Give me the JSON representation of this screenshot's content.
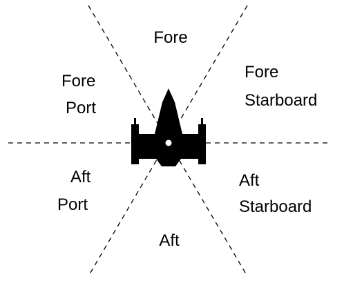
{
  "arcs": {
    "fore": {
      "lines": [
        "Fore"
      ]
    },
    "fore_port": {
      "lines": [
        "Fore",
        "Port"
      ]
    },
    "fore_starboard": {
      "lines": [
        "Fore",
        "Starboard"
      ]
    },
    "aft_port": {
      "lines": [
        "Aft",
        "Port"
      ]
    },
    "aft_starboard": {
      "lines": [
        "Aft",
        "Starboard"
      ]
    },
    "aft": {
      "lines": [
        "Aft"
      ]
    }
  },
  "colors": {
    "ink": "#000000",
    "background": "#ffffff"
  },
  "icons": {
    "ship": "ship-icon"
  }
}
